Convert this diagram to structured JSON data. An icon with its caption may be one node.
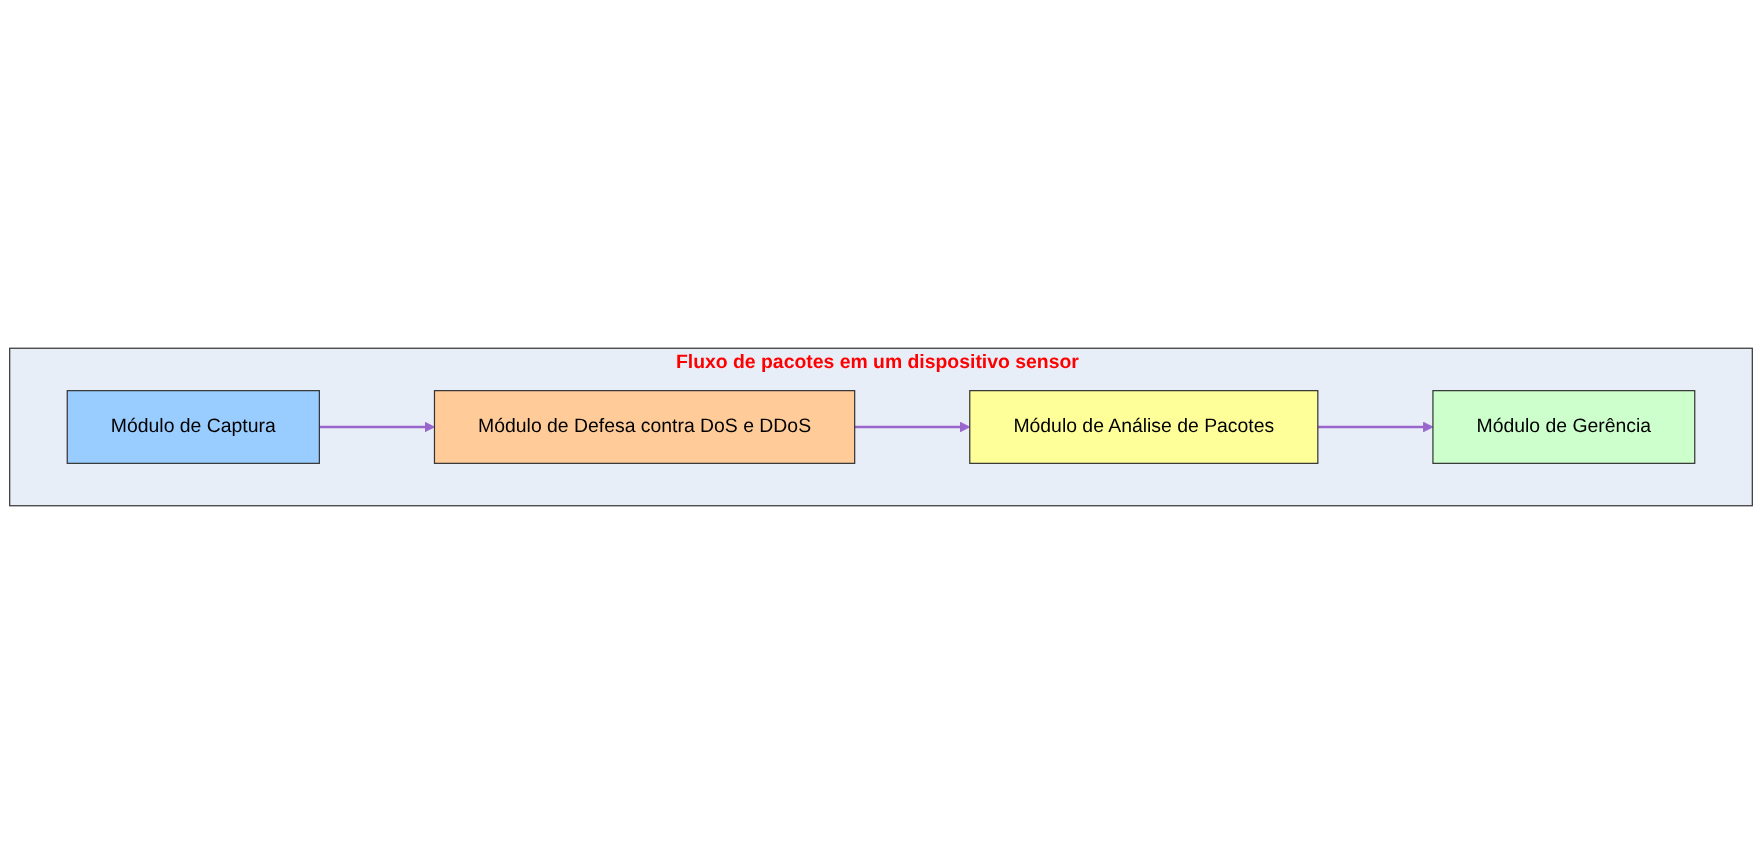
{
  "diagram": {
    "nodes": [
      {
        "text": [
          "Fluxo de pacotes em um dispositivo sensor"
        ]
      },
      {
        "text": [
          "Módulo de Captura"
        ],
        "in": 0
      },
      {
        "text": [
          "Módulo de Defesa contra DoS e DDoS"
        ],
        "in": 0
      },
      {
        "text": [
          "Módulo de Análise de Pacotes"
        ],
        "in": 0
      },
      {
        "text": [
          "Módulo de Gerência"
        ],
        "in": 0
      }
    ],
    "edges": [
      {
        "from": 1,
        "to": 2,
        "arrow": "to"
      },
      {
        "from": 2,
        "to": 3,
        "arrow": "to"
      },
      {
        "from": 3,
        "to": 4,
        "arrow": "to"
      }
    ]
  }
}
